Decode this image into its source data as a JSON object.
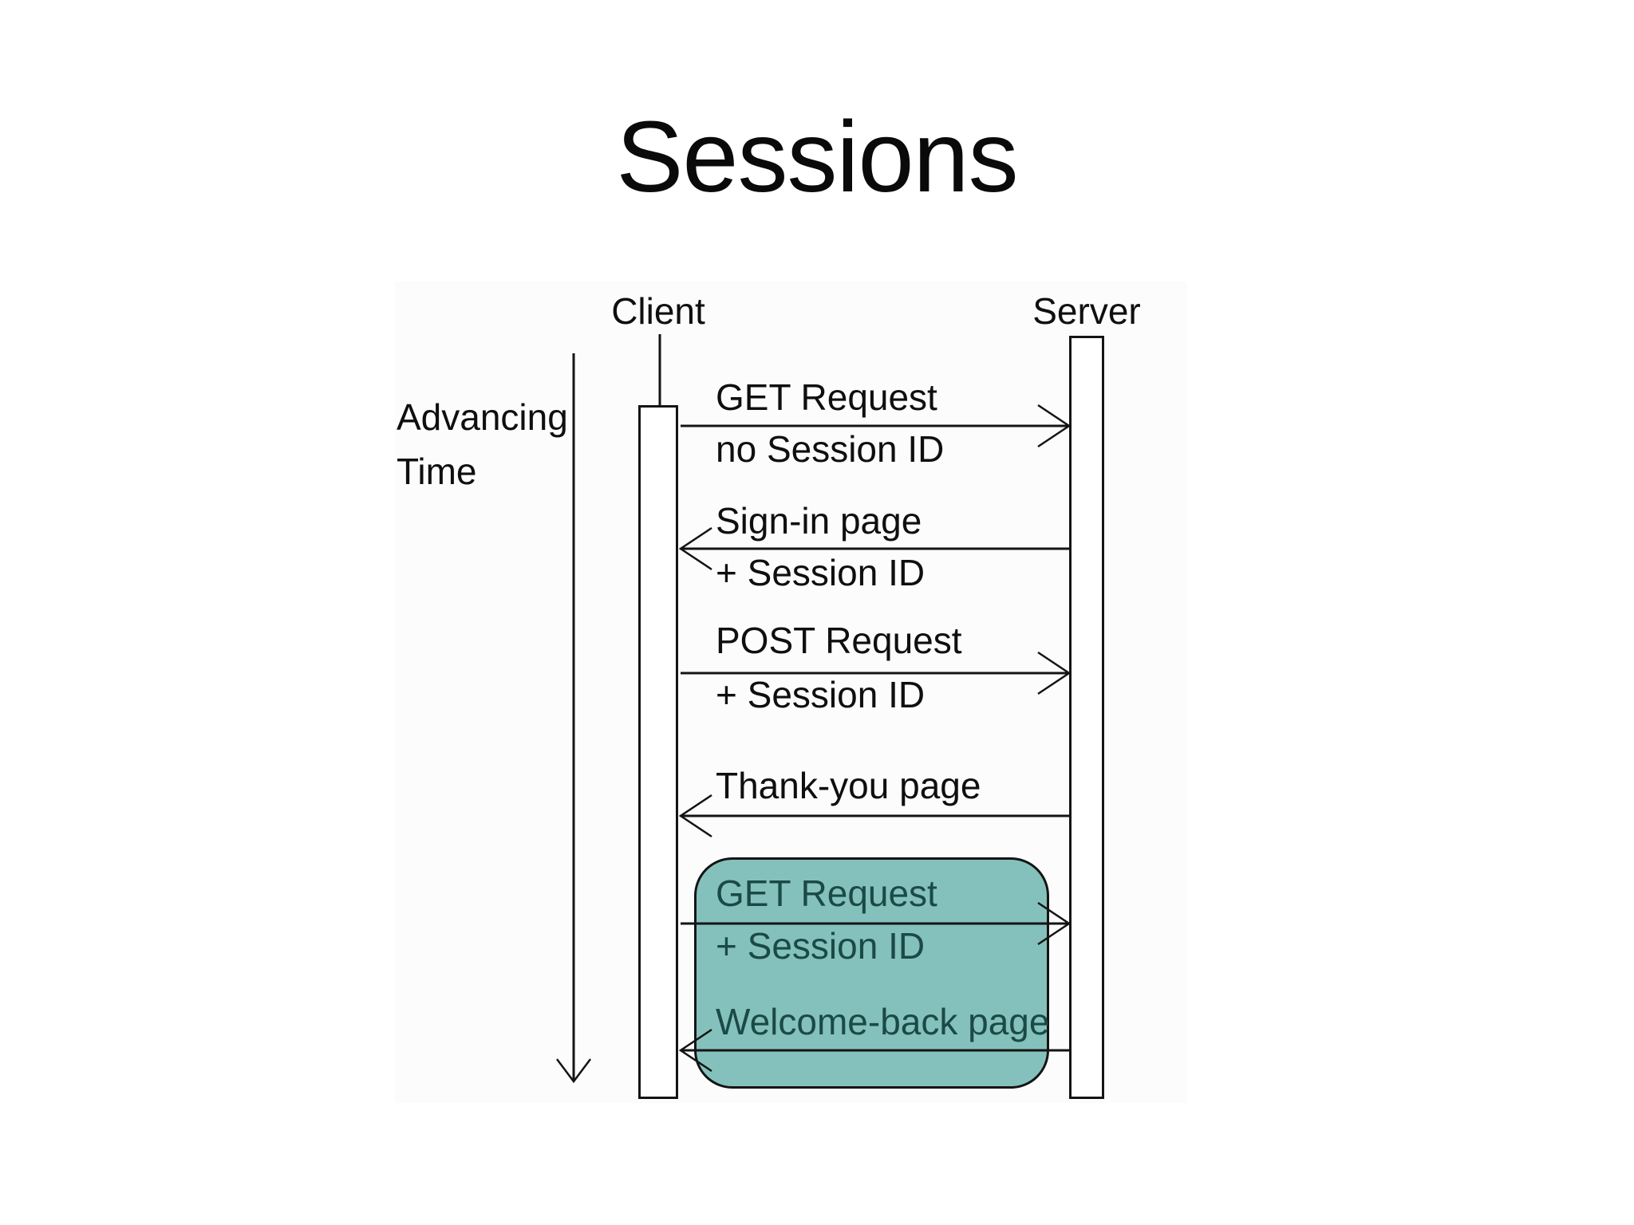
{
  "title": "Sessions",
  "diagram": {
    "actors": [
      {
        "id": "client",
        "label": "Client"
      },
      {
        "id": "server",
        "label": "Server"
      }
    ],
    "time_label": {
      "line1": "Advancing",
      "line2": "Time"
    },
    "messages": [
      {
        "line1": "GET Request",
        "line2": "no Session ID",
        "from": "client",
        "to": "server",
        "highlighted": false
      },
      {
        "line1": "Sign-in page",
        "line2": "+ Session ID",
        "from": "server",
        "to": "client",
        "highlighted": false
      },
      {
        "line1": "POST Request",
        "line2": "+ Session ID",
        "from": "client",
        "to": "server",
        "highlighted": false
      },
      {
        "line1": "Thank-you page",
        "from": "server",
        "to": "client",
        "highlighted": false
      },
      {
        "line1": "GET Request",
        "line2": "+ Session ID",
        "from": "client",
        "to": "server",
        "highlighted": true
      },
      {
        "line1": "Welcome-back page",
        "from": "server",
        "to": "client",
        "highlighted": true
      }
    ],
    "colors": {
      "line": "#141414",
      "highlight_fill": "#84c1bc",
      "highlight_text": "#1b4a46",
      "diagram_bg": "#fcfcfc"
    }
  }
}
